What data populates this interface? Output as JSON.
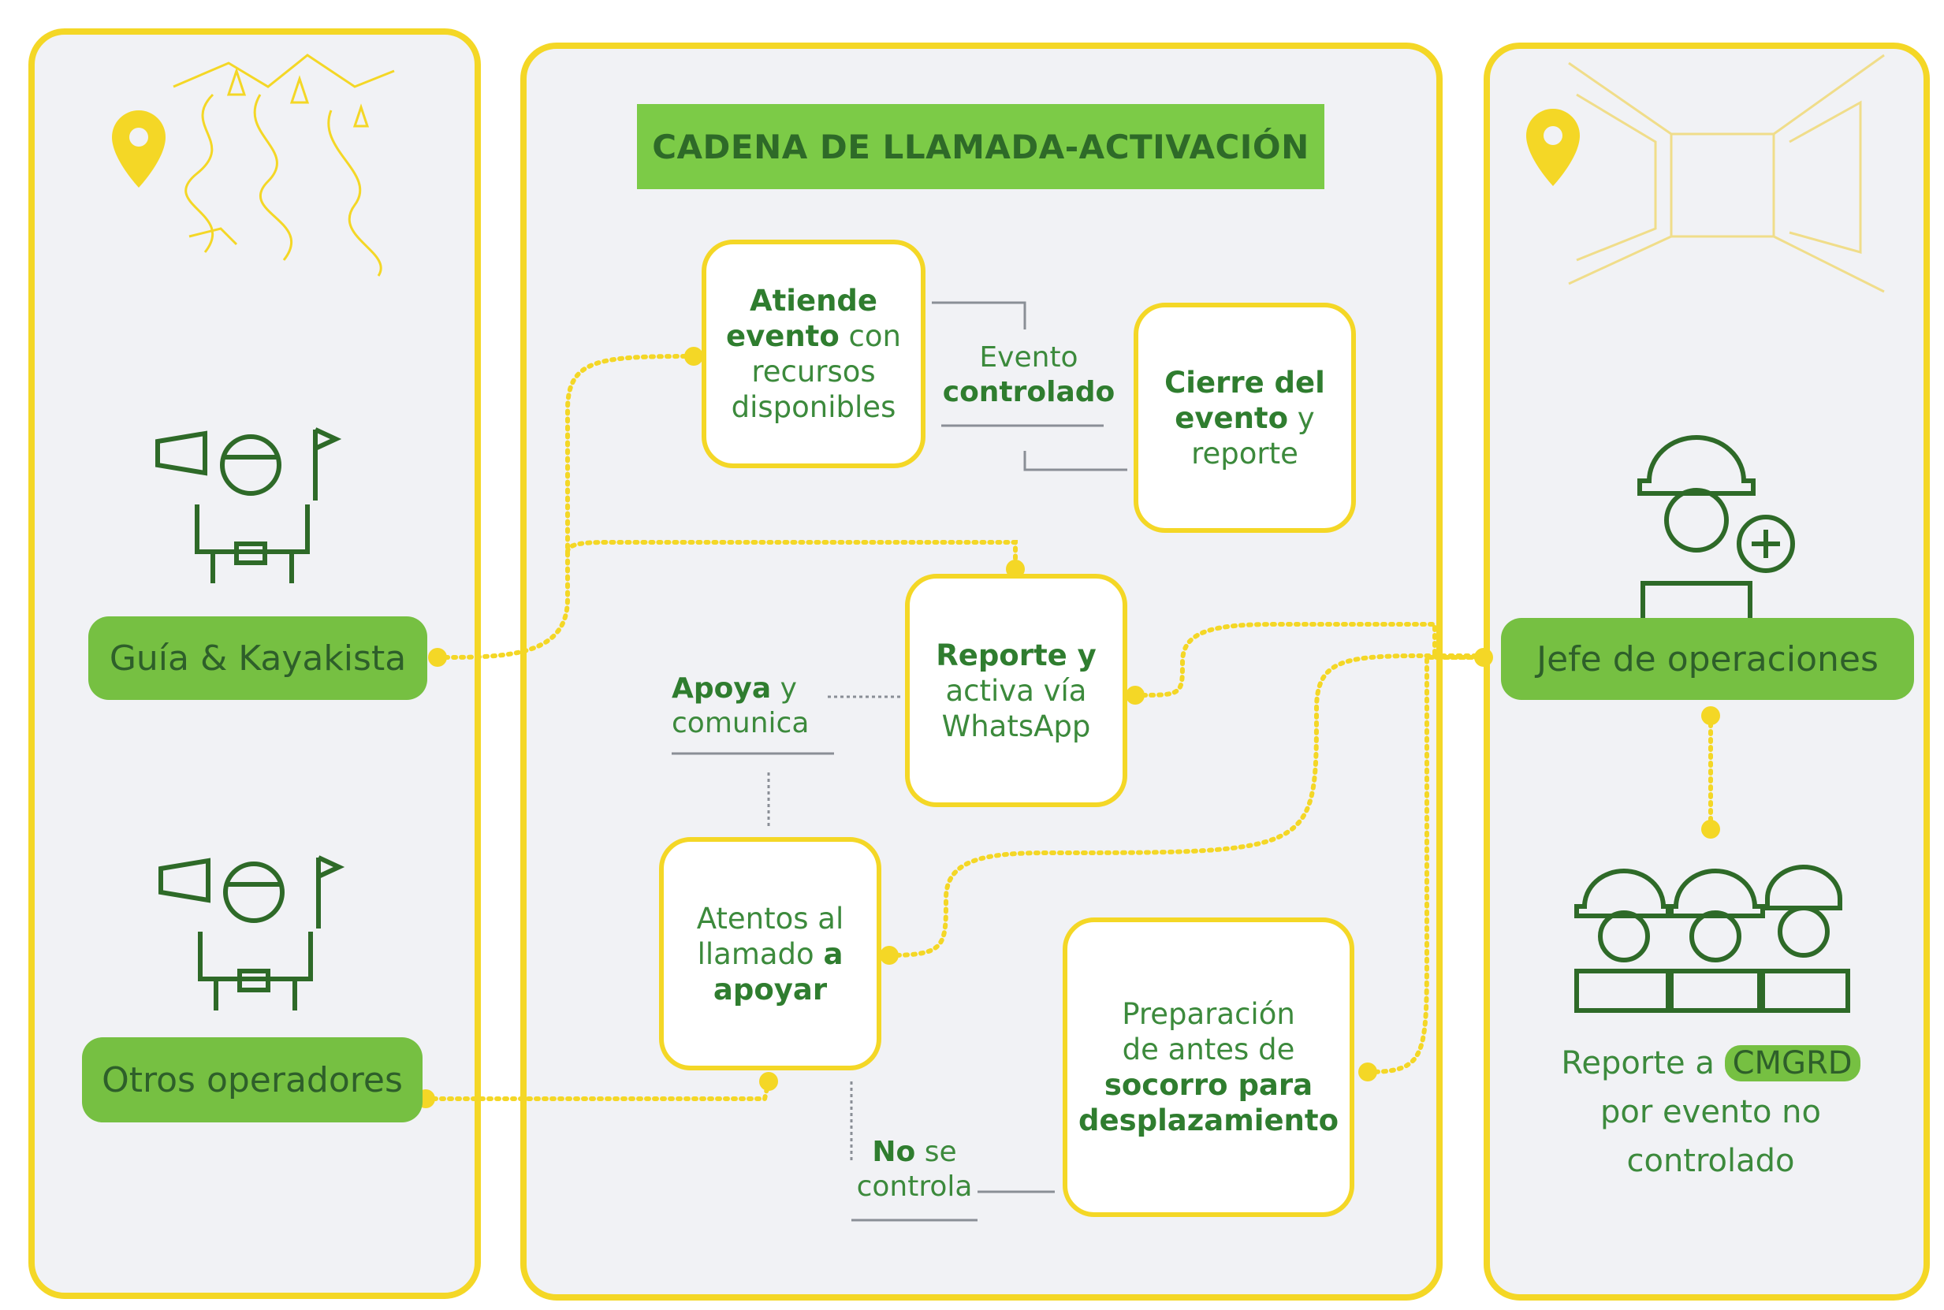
{
  "title": "CADENA DE LLAMADA-ACTIVACIÓN",
  "left": {
    "pill_1": "Guía & Kayakista",
    "pill_2": "Otros operadores"
  },
  "right": {
    "pill": "Jefe de operaciones",
    "report_pre": "Reporte a",
    "report_highlight": "CMGRD",
    "report_line_2": "por evento no",
    "report_line_3": "controlado"
  },
  "boxes": {
    "atiende": {
      "b1": "Atiende",
      "b2": "evento",
      "t1": " con",
      "t2": "recursos",
      "t3": "disponibles"
    },
    "cierre": {
      "b1": "Cierre del",
      "b2": "evento",
      "t1": " y",
      "t2": "reporte"
    },
    "reporte": {
      "b1": "Reporte y",
      "t1": "activa vía",
      "t2": "WhatsApp"
    },
    "atentos": {
      "t1": "Atentos al",
      "t2": "llamado ",
      "b1": "a",
      "b2": "apoyar"
    },
    "preparacion": {
      "t1": "Preparación",
      "t2": "de antes de",
      "b1": "socorro para",
      "b2": "desplazamiento"
    }
  },
  "labels": {
    "evento": {
      "t1": "Evento",
      "b1": "controlado"
    },
    "apoya": {
      "b1": "Apoya",
      "t1": " y",
      "t2": "comunica"
    },
    "no_se": {
      "b1": "No",
      "t1": " se",
      "t2": "controla"
    }
  },
  "colors": {
    "yellow": "#f4d726",
    "green": "#76c042",
    "dark_green": "#2e6a28",
    "panel": "#f1f2f5"
  },
  "icons": [
    "location-pin-icon",
    "river-landscape-icon",
    "guide-megaphone-icon",
    "operator-megaphone-icon",
    "tunnel-icon",
    "firefighter-medic-icon",
    "rescue-team-icon"
  ]
}
